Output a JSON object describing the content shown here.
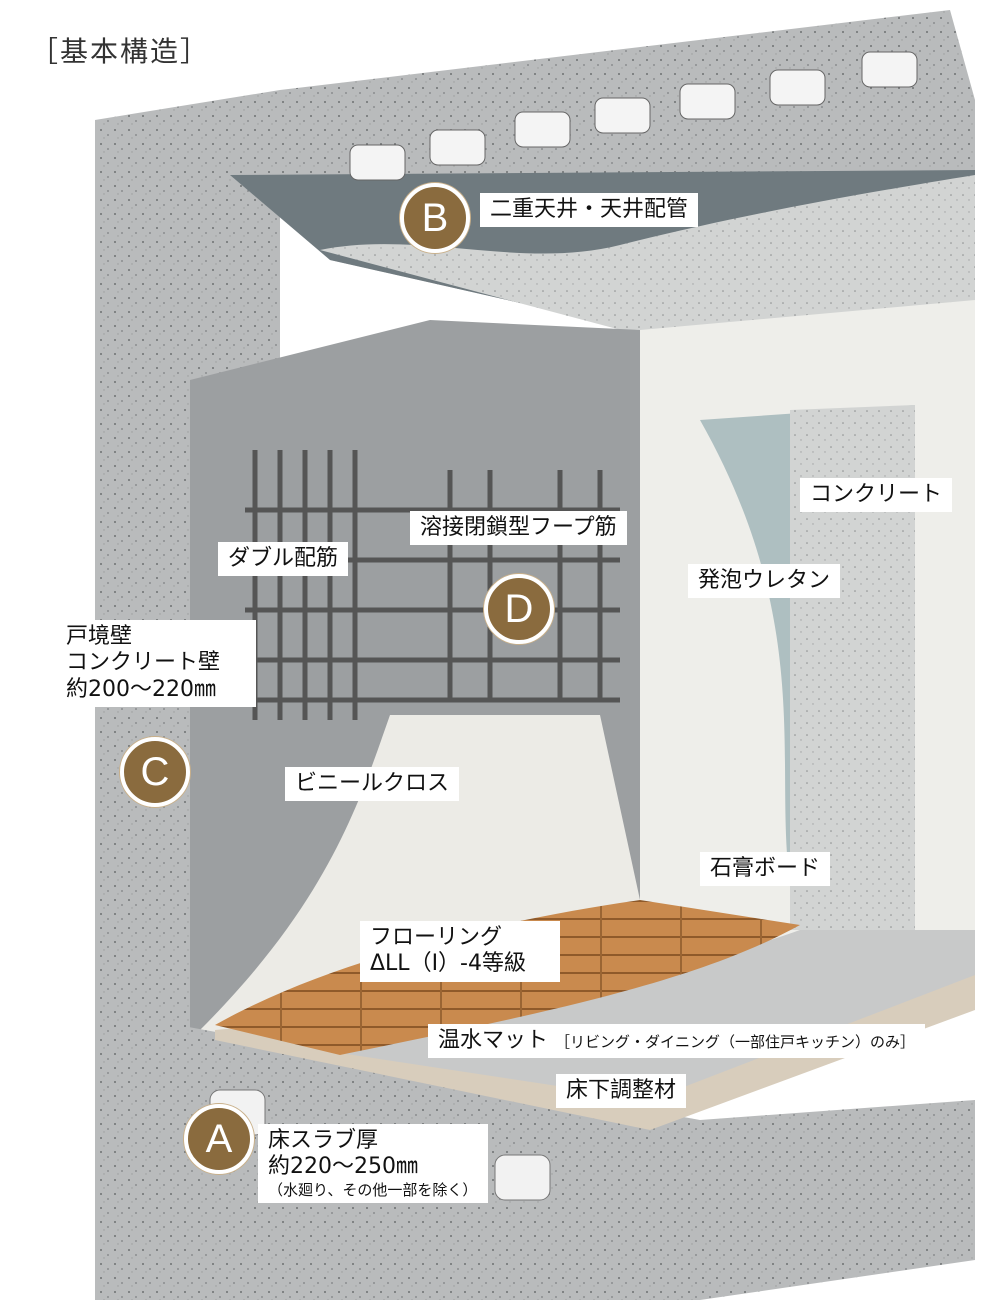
{
  "title": "［基本構造］",
  "badges": {
    "a": "A",
    "b": "B",
    "c": "C",
    "d": "D"
  },
  "labels": {
    "ceiling": "二重天井・天井配管",
    "concrete": "コンクリート",
    "hoop": "溶接閉鎖型フープ筋",
    "double_rebar": "ダブル配筋",
    "urethane": "発泡ウレタン",
    "partition_wall_1": "戸境壁",
    "partition_wall_2": "コンクリート壁",
    "partition_wall_3": "約200〜220㎜",
    "vinyl_cloth": "ビニールクロス",
    "gypsum": "石膏ボード",
    "flooring_1": "フローリング",
    "flooring_2": "ΔLL（Ⅰ）-4等級",
    "hot_water_mat": "温水マット",
    "hot_water_note": "［リビング・ダイニング（一部住戸キッチン）のみ］",
    "subfloor": "床下調整材",
    "slab_1": "床スラブ厚",
    "slab_2": "約220〜250㎜",
    "slab_3": "（水廻り、その他一部を除く）"
  },
  "colors": {
    "badge": "#8a6b3e",
    "concrete": "#b9bbbc",
    "concrete_dark": "#8c8f91",
    "wall_white": "#eeeeea",
    "floor_wood": "#c98a4e",
    "rebar": "#555555"
  }
}
